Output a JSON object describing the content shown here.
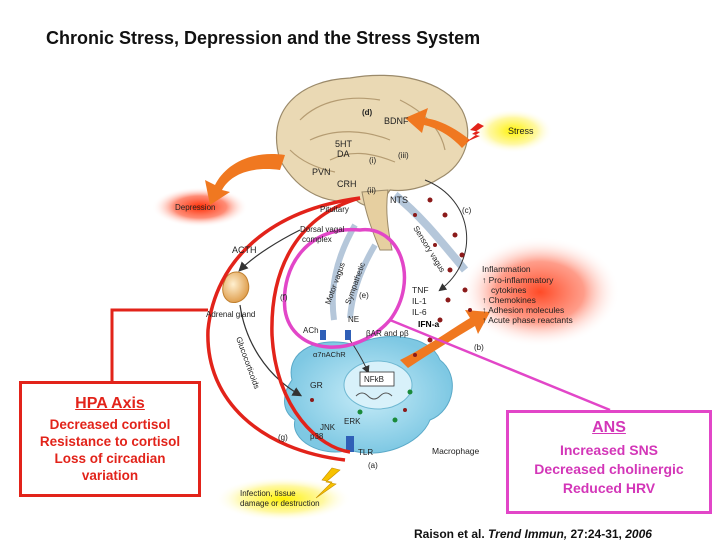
{
  "title": "Chronic Stress, Depression and the Stress System",
  "hpa": {
    "heading": "HPA Axis",
    "lines": [
      "Decreased cortisol",
      "Resistance to cortisol",
      "Loss of circadian",
      "variation"
    ]
  },
  "ans": {
    "heading": "ANS",
    "lines": [
      "Increased SNS",
      "Decreased cholinergic",
      "Reduced HRV"
    ]
  },
  "citation": {
    "authors": "Raison et al.",
    "journal": "Trend Immun,",
    "volume": "27:24-31,",
    "year": "2006"
  },
  "labels": {
    "d": "(d)",
    "bdnf": "BDNF",
    "ht": "5HT",
    "da": "DA",
    "i": "(i)",
    "iii": "(iii)",
    "pvn": "PVN",
    "crh": "CRH",
    "ii": "(ii)",
    "stress": "Stress",
    "depression": "Depression",
    "pituitary": "Pituitary",
    "nts": "NTS",
    "c": "(c)",
    "dorsal_vagal": "Dorsal vagal",
    "complex": "complex",
    "acth": "ACTH",
    "sensory_vagus": "Sensory vagus",
    "motor_vagus": "Motor vagus",
    "sympathetic": "Sympathetic",
    "adrenal_gland": "Adrenal gland",
    "f": "(f)",
    "e": "(e)",
    "ach": "ACh",
    "ne": "NE",
    "ar": "βAR and pβ",
    "a7": "α7nAChR",
    "glucocorticoids": "Glucocorticoids",
    "tnf": "TNF",
    "il1": "IL-1",
    "il6": "IL-6",
    "ifn": "IFN-a",
    "b": "(b)",
    "gr": "GR",
    "nfkb": "NFkB",
    "erk": "ERK",
    "jnk": "JNK",
    "p38": "p38",
    "g": "(g)",
    "tlr": "TLR",
    "a": "(a)",
    "macrophage": "Macrophage",
    "infection_lines": [
      "Infection, tissue",
      "damage or destruction"
    ],
    "inflammation_lines": [
      "Inflammation",
      "↑ Pro-inflammatory",
      "cytokines",
      "↑ Chemokines",
      "↑ Adhesion molecules",
      "↑ Acute phase reactants"
    ]
  },
  "colors": {
    "hpa": "#e2231a",
    "ans": "#e246c8",
    "brain": "#ead9b4",
    "macrophage": "#9fd6ea",
    "arrow": "#f07820"
  }
}
